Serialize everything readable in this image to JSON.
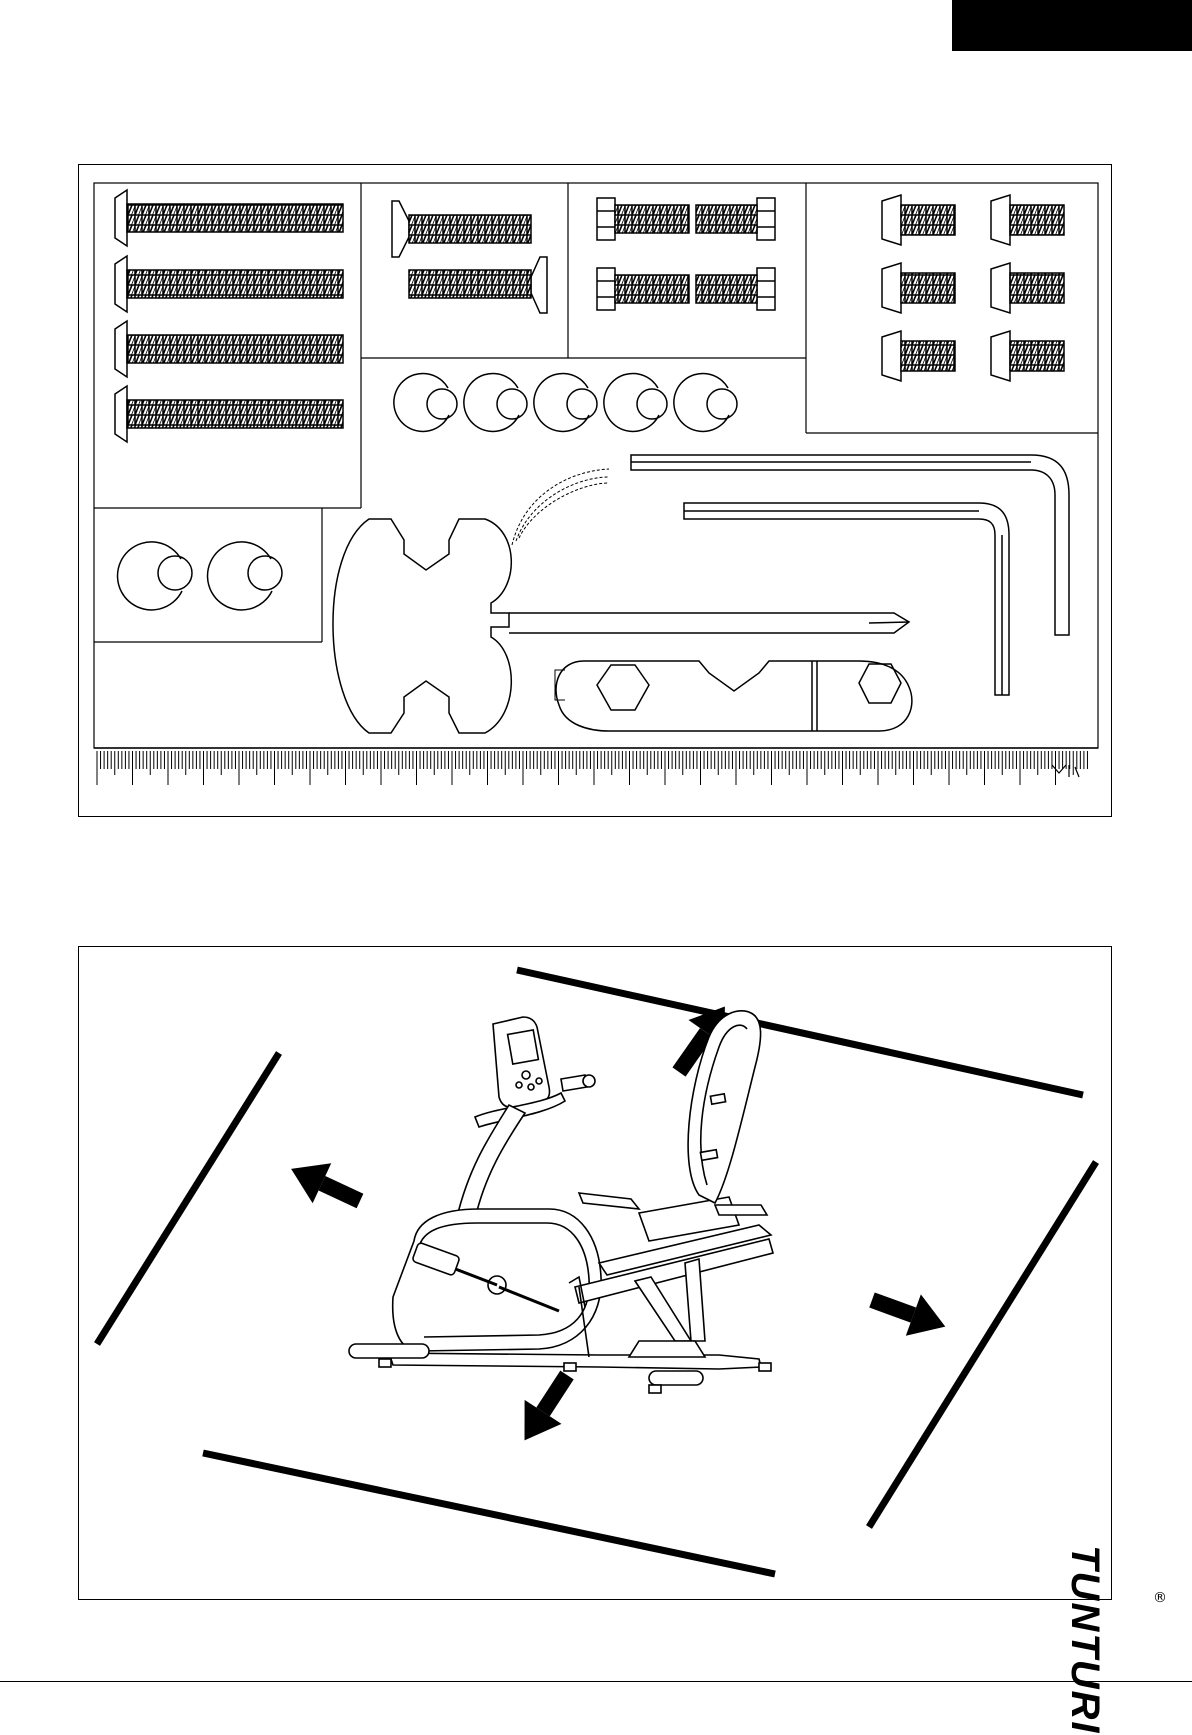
{
  "brand": {
    "name": "TUNTURI",
    "registered_mark": "®"
  },
  "colors": {
    "ink": "#000000",
    "paper": "#ffffff"
  },
  "hardware_panel": {
    "long_bolts": 4,
    "countersunk_bolts": 2,
    "hex_bolts": 4,
    "short_button_bolts": 6,
    "large_washers": 5,
    "small_washers": 2,
    "tools": [
      "wrench-icon",
      "screwdriver-icon",
      "open-end-wrench-icon",
      "allen-key-icon",
      "allen-key-icon"
    ]
  },
  "placement_panel": {
    "subject": "recumbent-bike-icon",
    "clearance_arrows": 4
  }
}
